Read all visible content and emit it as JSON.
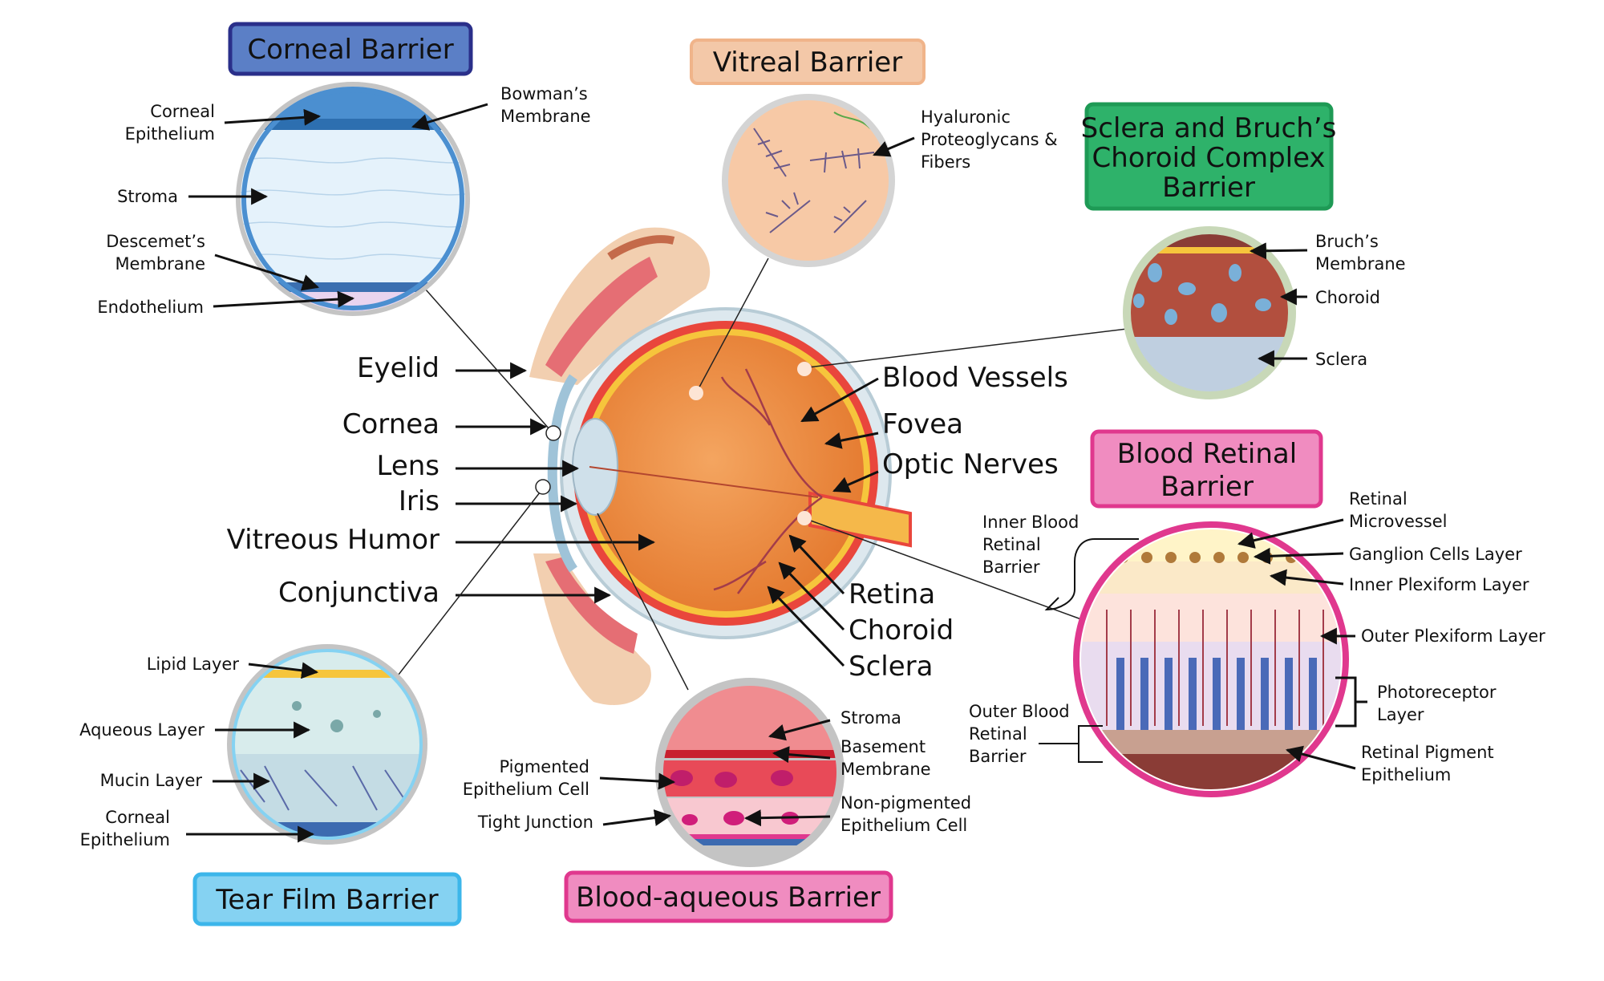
{
  "barriers": {
    "corneal": {
      "title": "Corneal Barrier",
      "labels": {
        "corneal_epithelium_1": "Corneal",
        "corneal_epithelium_2": "Epithelium",
        "bowmans_1": "Bowman’s",
        "bowmans_2": "Membrane",
        "stroma": "Stroma",
        "descemets_1": "Descemet’s",
        "descemets_2": "Membrane",
        "endothelium": "Endothelium"
      }
    },
    "vitreal": {
      "title": "Vitreal Barrier",
      "labels": {
        "hyaluronic_1": "Hyaluronic",
        "hyaluronic_2": "Proteoglycans &",
        "hyaluronic_3": "Fibers"
      }
    },
    "sclera": {
      "title_1": "Sclera and Bruch’s",
      "title_2": "Choroid Complex",
      "title_3": "Barrier",
      "labels": {
        "bruchs_1": "Bruch’s",
        "bruchs_2": "Membrane",
        "choroid": "Choroid",
        "sclera": "Sclera"
      }
    },
    "blood_retinal": {
      "title_1": "Blood Retinal",
      "title_2": "Barrier",
      "labels": {
        "retinal_microvessel_1": "Retinal",
        "retinal_microvessel_2": "Microvessel",
        "ganglion": "Ganglion Cells Layer",
        "inner_plexiform": "Inner Plexiform Layer",
        "outer_plexiform": "Outer Plexiform Layer",
        "photoreceptor_1": "Photoreceptor",
        "photoreceptor_2": "Layer",
        "rpe_1": "Retinal Pigment",
        "rpe_2": "Epithelium",
        "inner_brb_1": "Inner Blood",
        "inner_brb_2": "Retinal",
        "inner_brb_3": "Barrier",
        "outer_brb_1": "Outer Blood",
        "outer_brb_2": "Retinal",
        "outer_brb_3": "Barrier"
      }
    },
    "tear_film": {
      "title": "Tear Film Barrier",
      "labels": {
        "lipid": "Lipid Layer",
        "aqueous": "Aqueous Layer",
        "mucin": "Mucin Layer",
        "corneal_epithelium_1": "Corneal",
        "corneal_epithelium_2": "Epithelium"
      }
    },
    "blood_aqueous": {
      "title": "Blood-aqueous Barrier",
      "labels": {
        "stroma": "Stroma",
        "basement_1": "Basement",
        "basement_2": "Membrane",
        "pigmented_1": "Pigmented",
        "pigmented_2": "Epithelium Cell",
        "tight_junction": "Tight Junction",
        "non_pigmented_1": "Non-pigmented",
        "non_pigmented_2": "Epithelium Cell"
      }
    }
  },
  "eye": {
    "left_labels": {
      "eyelid": "Eyelid",
      "cornea": "Cornea",
      "lens": "Lens",
      "iris": "Iris",
      "vitreous_humor": "Vitreous Humor",
      "conjunctiva": "Conjunctiva"
    },
    "right_labels": {
      "blood_vessels": "Blood Vessels",
      "fovea": "Fovea",
      "optic_nerves": "Optic Nerves",
      "retina": "Retina",
      "choroid": "Choroid",
      "sclera": "Sclera"
    }
  },
  "colors": {
    "corneal_box": "#5b7fc6",
    "corneal_border": "#2a2f8a",
    "vitreal_box": "#f3c8a8",
    "vitreal_border": "#f0b48a",
    "sclera_box": "#2eb26a",
    "sclera_border": "#1e9a55",
    "blood_retinal_box": "#f08cc0",
    "blood_retinal_border": "#e0388e",
    "tear_box": "#85d2f2",
    "tear_border": "#3cb6ea",
    "blood_aqueous_box": "#f08cc0",
    "blood_aqueous_border": "#e0388e",
    "eyeball": "#f08a3c",
    "sclera_white": "#dde8ee"
  }
}
